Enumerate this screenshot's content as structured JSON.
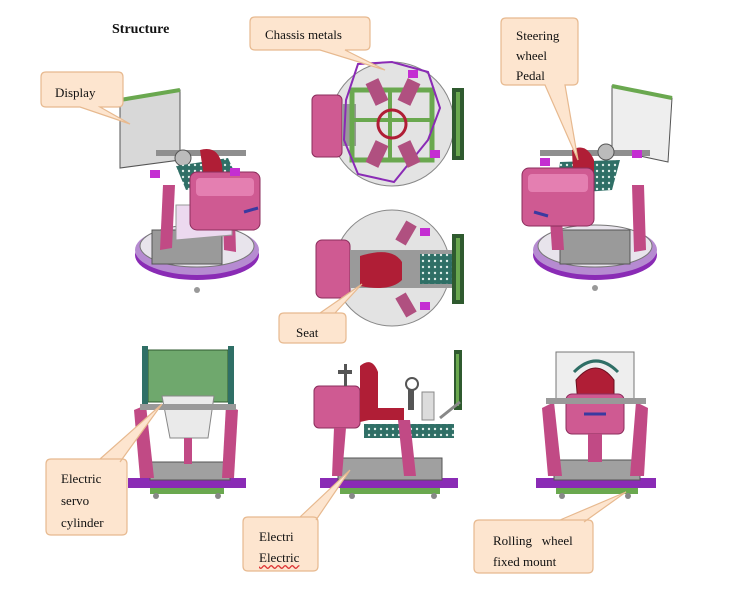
{
  "title": "Structure",
  "labels": {
    "chassis": "Chassis metals",
    "display": "Display",
    "steering_1": "Steering",
    "steering_2": "wheel",
    "steering_3": "Pedal",
    "seat": "Seat",
    "servo_1": "Electric",
    "servo_2": "servo",
    "servo_3": "cylinder",
    "electric_1": "Electri",
    "electric_2": "Electric",
    "rolling_1": "Rolling   wheel",
    "rolling_2": "fixed mount"
  },
  "colors": {
    "callout_fill": "#fde5cf",
    "callout_stroke": "#e7b98f",
    "base_purple": "#8a2bb5",
    "body_pink": "#cf5a92",
    "display_green": "#6aa84f",
    "seat_red": "#b01e36",
    "frame_gray": "#8f8f8f"
  }
}
